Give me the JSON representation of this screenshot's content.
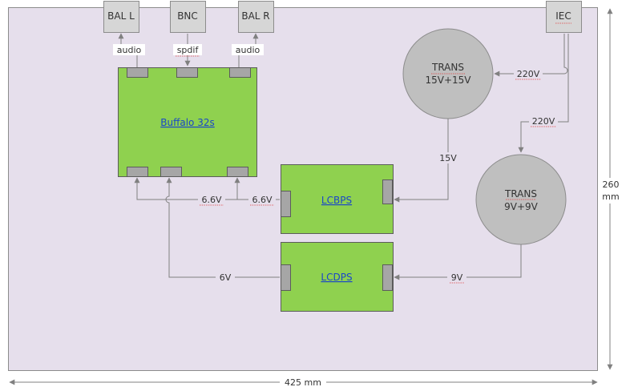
{
  "colors": {
    "chassis_fill": "#e6dfec",
    "chassis_stroke": "#8c8c8c",
    "board_fill": "#8fd14f",
    "board_stroke": "#5c5c5c",
    "connector_fill": "#a6a6a6",
    "transformer_fill": "#bfbfbf",
    "jack_fill": "#d6d6d6",
    "wire": "#808080",
    "link_text": "#1a47c8"
  },
  "jacks": {
    "bal_l": "BAL L",
    "bnc": "BNC",
    "bal_r": "BAL R",
    "iec": "IEC"
  },
  "boards": {
    "buffalo": "Buffalo 32s",
    "lcbps": "LCBPS",
    "lcdps": "LCDPS"
  },
  "transformers": {
    "trans_15": {
      "line1": "TRANS",
      "line2": "15V+15V"
    },
    "trans_9": {
      "line1": "TRANS",
      "line2": "9V+9V"
    }
  },
  "wire_labels": {
    "audio_left": "audio",
    "spdif": "spdif",
    "audio_right": "audio",
    "mains_top": "220V",
    "mains_lower": "220V",
    "v15": "15V",
    "v66_left": "6.6V",
    "v66_right": "6.6V",
    "v6": "6V",
    "v9": "9V"
  },
  "dimensions": {
    "width": "425 mm",
    "height_value": "260",
    "height_unit": "mm"
  }
}
